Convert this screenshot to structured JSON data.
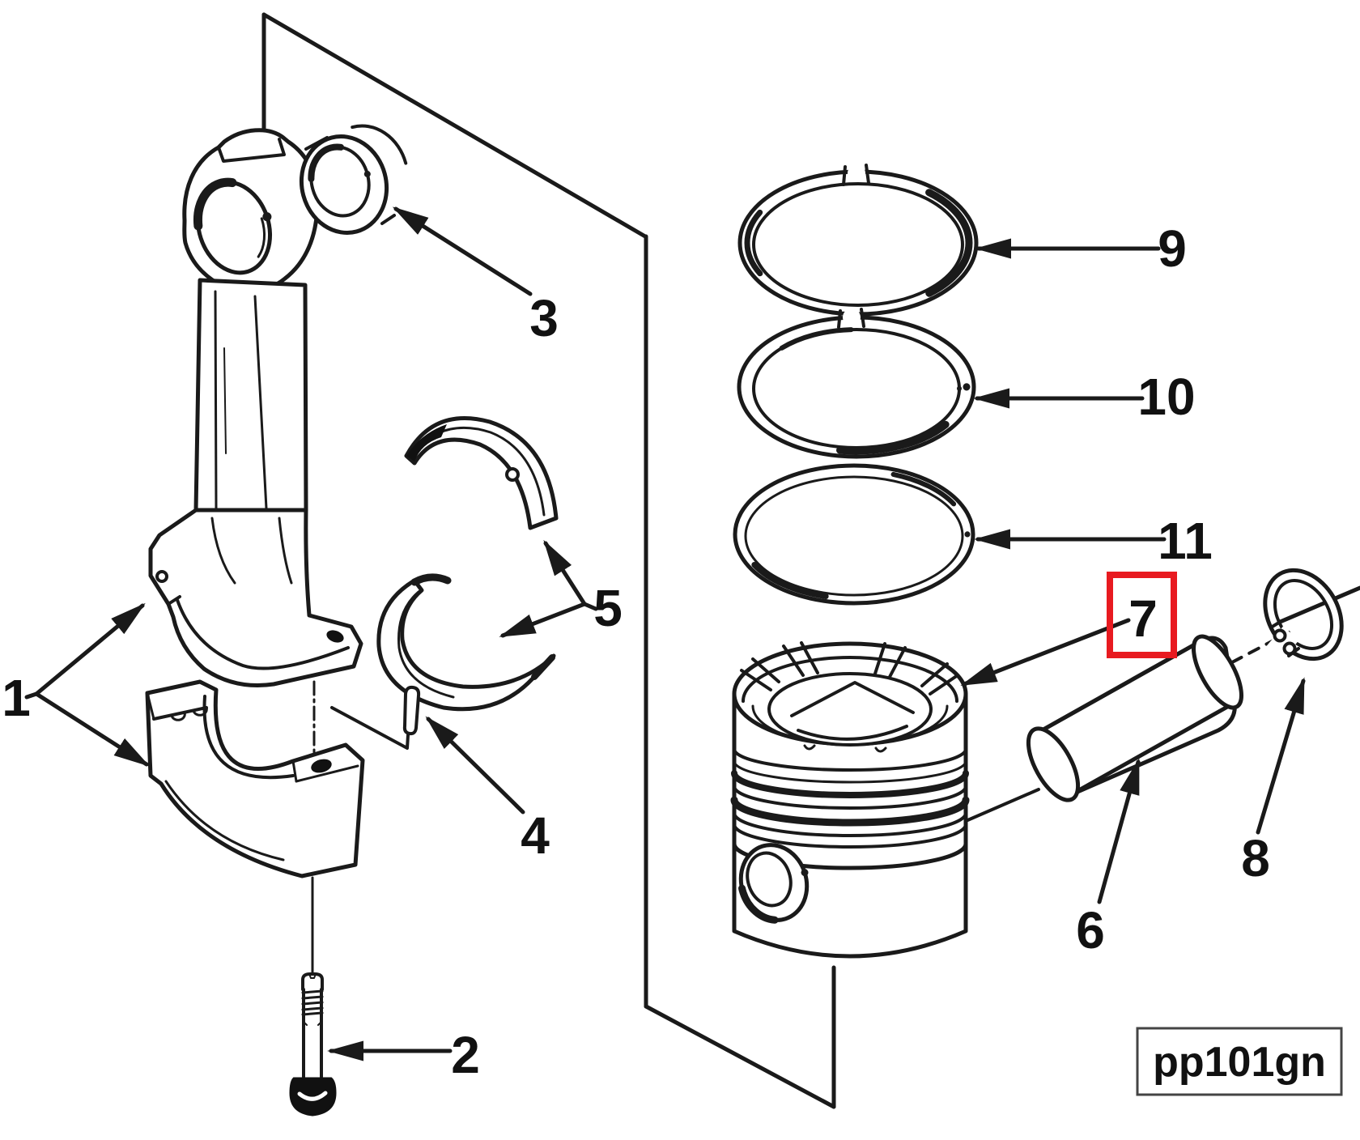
{
  "figure": {
    "code": "pp101gn"
  },
  "highlight": {
    "target_label": "7",
    "shape": "red-box"
  },
  "colors": {
    "line": "#1a1a1a",
    "background": "#ffffff",
    "highlight": "#e81a20",
    "figure_box_border": "#444444"
  },
  "callouts": [
    {
      "label": "1",
      "part": "connecting-rod-and-cap"
    },
    {
      "label": "2",
      "part": "connecting-rod-bolt"
    },
    {
      "label": "3",
      "part": "piston-pin-bushing"
    },
    {
      "label": "4",
      "part": "dowel-pin"
    },
    {
      "label": "5",
      "part": "rod-bearing-shells"
    },
    {
      "label": "6",
      "part": "piston-pin"
    },
    {
      "label": "7",
      "part": "piston"
    },
    {
      "label": "8",
      "part": "pin-retaining-ring"
    },
    {
      "label": "9",
      "part": "top-compression-ring"
    },
    {
      "label": "10",
      "part": "second-compression-ring"
    },
    {
      "label": "11",
      "part": "oil-control-ring"
    }
  ]
}
